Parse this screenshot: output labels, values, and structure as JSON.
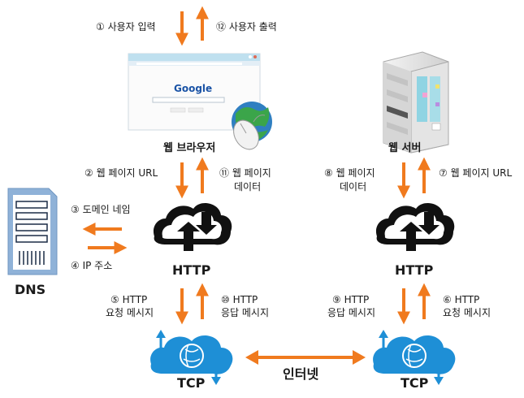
{
  "colors": {
    "arrow": "#F07A1E",
    "cloud_blue": "#1E8FD6",
    "dark": "#111111",
    "dns_blue": "#8FB2D8"
  },
  "steps": {
    "s1": "① 사용자 입력",
    "s12": "⑫ 사용자 출력",
    "s2": "② 웹 페이지 URL",
    "s11_a": "⑪ 웹 페이지",
    "s11_b": "데이터",
    "s8_a": "⑧ 웹 페이지",
    "s8_b": "데이터",
    "s7": "⑦ 웹 페이지 URL",
    "s3": "③ 도메인 네임",
    "s4": "④ IP 주소",
    "s5_a": "⑤ HTTP",
    "s5_b": "요청 메시지",
    "s10_a": "⑩ HTTP",
    "s10_b": "응답 메시지",
    "s9_a": "⑨ HTTP",
    "s9_b": "응답 메시지",
    "s6_a": "⑥ HTTP",
    "s6_b": "요청 메시지"
  },
  "nodes": {
    "browser": "웹 브라우저",
    "server": "웹 서버",
    "dns": "DNS",
    "http_left": "HTTP",
    "http_right": "HTTP",
    "tcp_left": "TCP",
    "tcp_right": "TCP",
    "internet": "인터넷",
    "google_logo": "Google"
  },
  "icons": {
    "browser": "browser-window-icon",
    "server": "server-icon",
    "dns": "dns-server-icon",
    "http": "cloud-exchange-icon",
    "tcp": "cloud-network-icon",
    "mouse": "mouse-icon",
    "globe": "globe-icon"
  }
}
